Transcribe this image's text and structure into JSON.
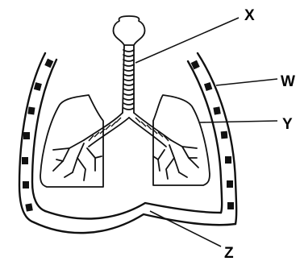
{
  "labels": {
    "x": "X",
    "w": "W",
    "y": "Y",
    "z": "Z"
  }
}
